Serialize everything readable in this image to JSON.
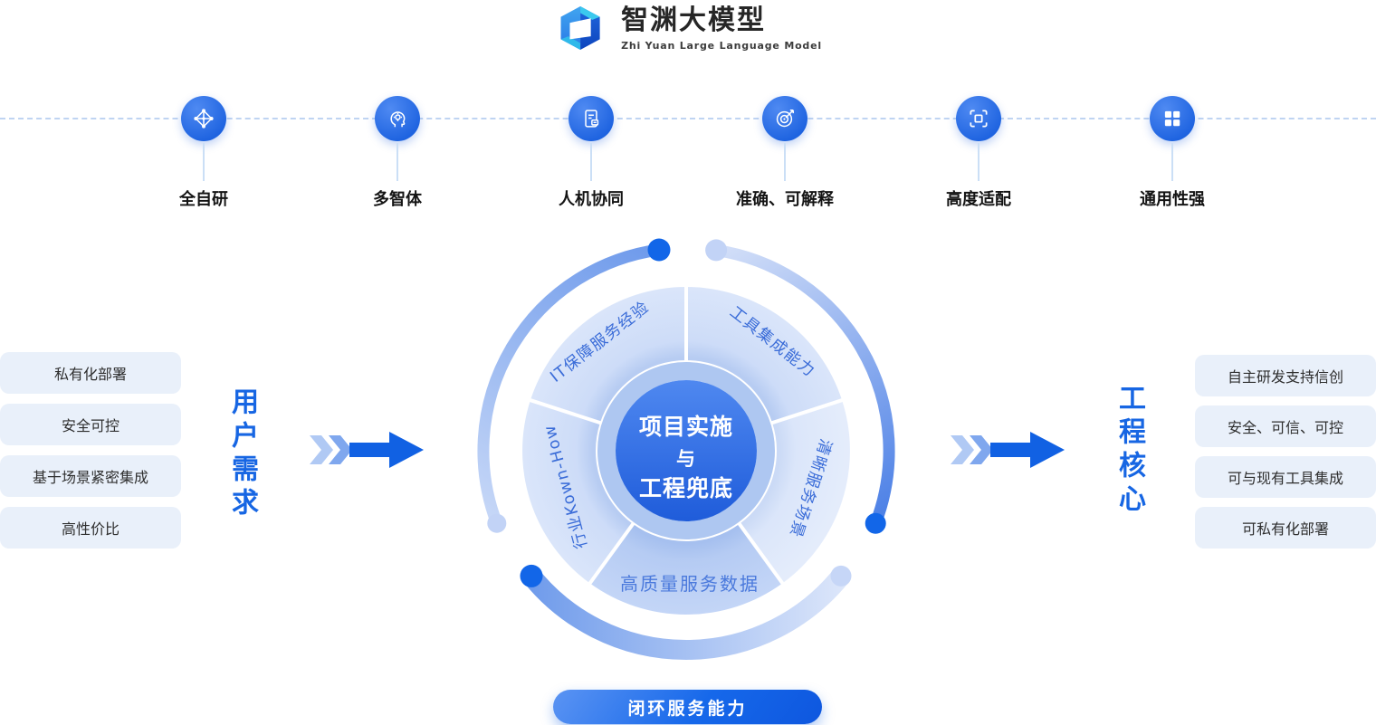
{
  "brand": {
    "title": "智渊大模型",
    "subtitle": "Zhi Yuan Large Language Model",
    "logo_icon": "hex-cube-logo"
  },
  "features": [
    {
      "label": "全自研",
      "icon": "network-icon"
    },
    {
      "label": "多智体",
      "icon": "agent-head-icon"
    },
    {
      "label": "人机协同",
      "icon": "document-icon"
    },
    {
      "label": "准确、可解释",
      "icon": "target-icon"
    },
    {
      "label": "高度适配",
      "icon": "scan-frame-icon"
    },
    {
      "label": "通用性强",
      "icon": "grid-icon"
    }
  ],
  "left_panel": {
    "heading": "用户需求",
    "items": [
      "私有化部署",
      "安全可控",
      "基于场景紧密集成",
      "高性价比"
    ]
  },
  "right_panel": {
    "heading": "工程核心",
    "items": [
      "自主研发支持信创",
      "安全、可信、可控",
      "可与现有工具集成",
      "可私有化部署"
    ]
  },
  "wheel": {
    "center": {
      "line1": "项目实施",
      "line2": "与",
      "line3": "工程兜底"
    },
    "segments": {
      "top_left": "IT保障服务经验",
      "top_right": "工具集成能力",
      "right": "清晰服务场景",
      "bottom": "高质量服务数据",
      "left": "行业Kown-How"
    }
  },
  "footer": {
    "button": "闭环服务能力"
  },
  "colors": {
    "accent": "#1161E3",
    "dot_dark": "#1266E8",
    "dot_light": "#C2D3F6",
    "panel_item_bg": "#E9F0FA",
    "heading_text": "#1766E3",
    "wheel_center_top": "#4F88F0",
    "wheel_center_bottom": "#1F5CDA",
    "pill_gradient_from": "#5B94F3",
    "pill_gradient_to": "#0E57DF"
  }
}
